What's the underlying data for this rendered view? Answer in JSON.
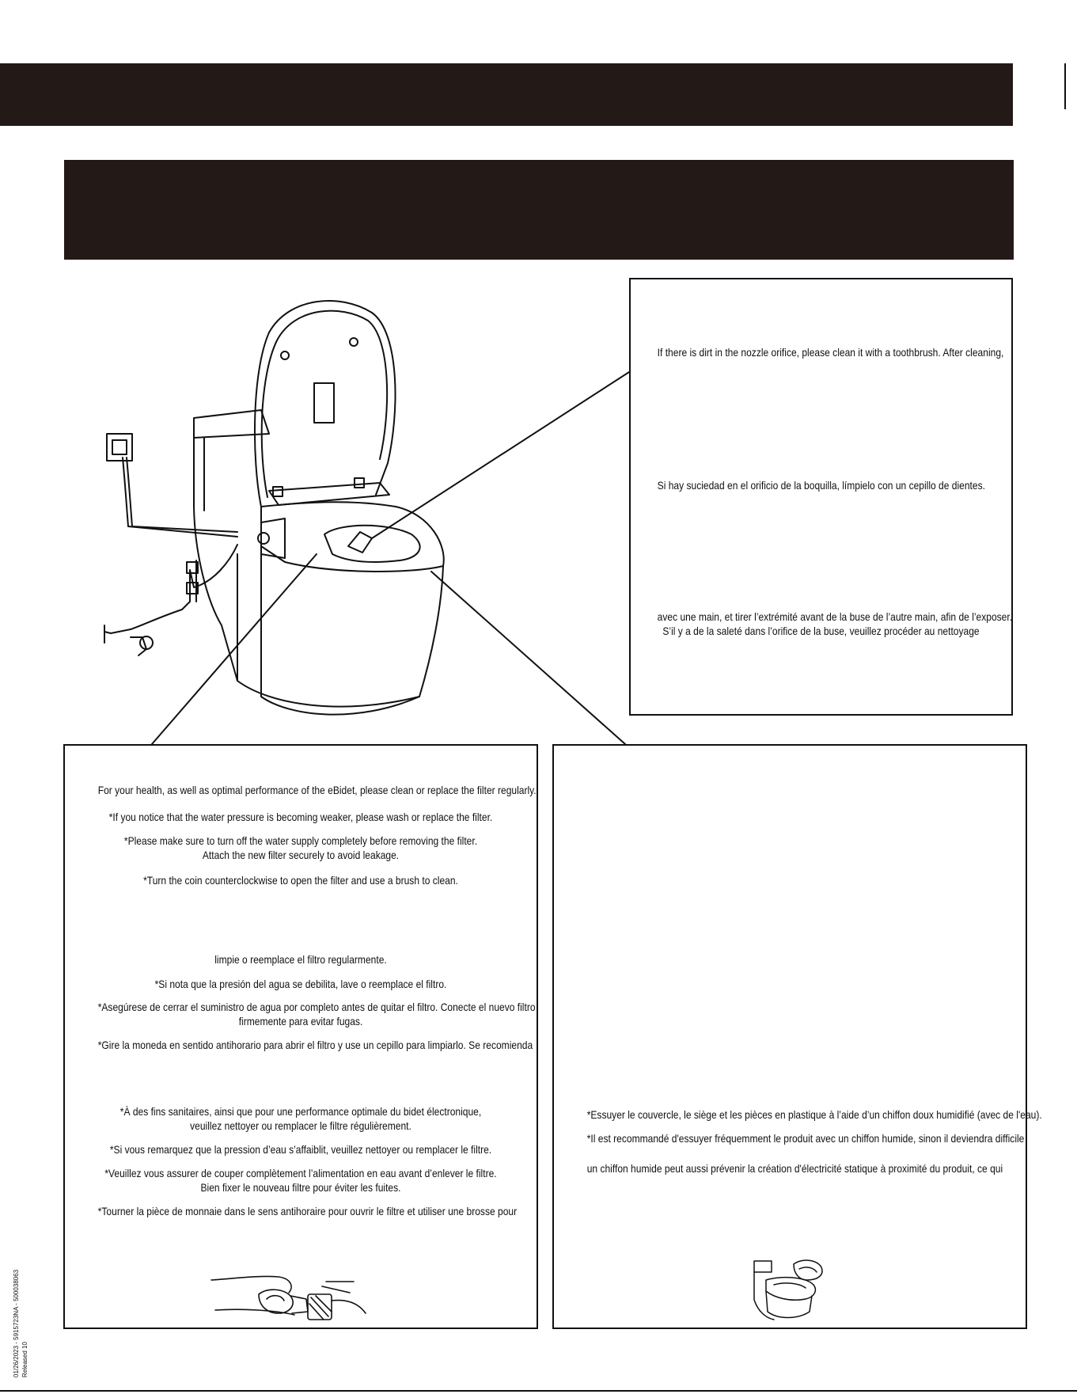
{
  "nozzle_box": {
    "line1": "If there is dirt in the nozzle orifice, please clean it with a toothbrush. After cleaning,",
    "line2": "Si hay suciedad en el orificio de la boquilla, límpielo con un cepillo de dientes.",
    "line3": "avec une main, et tirer l’extrémité avant de la buse de l’autre main, afin de l’exposer.",
    "line4": "S’il y a de la saleté dans l’orifice de la buse, veuillez procéder au nettoyage"
  },
  "filter_box": {
    "en": [
      "For your health, as well as optimal performance of the eBidet, please clean or replace the filter regularly.",
      "*If you notice that the water pressure is becoming weaker, please wash or replace the filter.",
      "*Please make sure to turn off the water supply completely before removing the filter.",
      "Attach the new filter securely to avoid leakage.",
      "*Turn the coin counterclockwise to open the filter and use a brush to clean."
    ],
    "es": [
      "limpie o reemplace el filtro regularmente.",
      "*Si nota que la presión del agua se debilita, lave o reemplace el filtro.",
      "*Asegúrese de cerrar el suministro de agua por completo antes de quitar el filtro. Conecte el nuevo filtro",
      "firmemente para evitar fugas.",
      "*Gire la moneda en sentido antihorario para abrir el filtro y use un cepillo para limpiarlo. Se recomienda"
    ],
    "fr": [
      "*À des fins sanitaires, ainsi que pour une performance optimale du bidet électronique,",
      "veuillez nettoyer ou remplacer le filtre régulièrement.",
      "*Si vous remarquez que la pression d’eau s’affaiblit, veuillez nettoyer ou remplacer le filtre.",
      "*Veuillez vous assurer de couper complètement l’alimentation en eau avant d’enlever le filtre.",
      "Bien fixer le nouveau filtre pour éviter les fuites.",
      "*Tourner la pièce de monnaie dans le sens antihoraire pour ouvrir le filtre et utiliser une brosse pour"
    ]
  },
  "wipe_box": {
    "fr": [
      "*Essuyer le couvercle, le siège et les pièces en plastique à l’aide d’un chiffon doux humidifié (avec de l'eau).",
      "*Il est recommandé d'essuyer fréquemment le produit avec un chiffon humide, sinon il deviendra difficile",
      "un chiffon humide peut aussi prévenir la création d'électricité statique à proximité du produit, ce qui"
    ]
  },
  "side_text": {
    "line1": "01/26/2023 - 5915723NA - 500038063",
    "line2": "Released 10"
  },
  "colors": {
    "header_bar": "#231a17",
    "border": "#111111"
  },
  "icons": [
    "toilet-bidet-illustration",
    "filter-cleaning-illustration",
    "toilet-wiping-illustration"
  ]
}
